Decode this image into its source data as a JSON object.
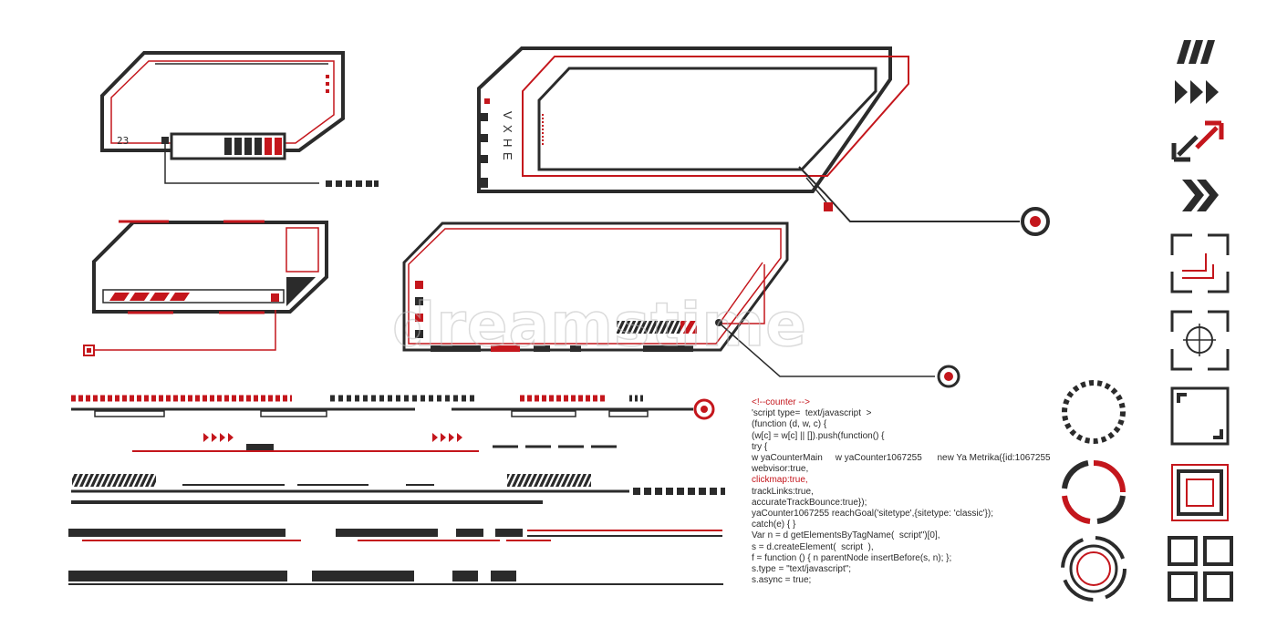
{
  "colors": {
    "dark": "#2b2b2b",
    "red": "#c4161c",
    "white": "#ffffff"
  },
  "panel_a": {
    "label": "23"
  },
  "panel_b": {
    "glyphs": [
      "V",
      "X",
      "H",
      "E"
    ]
  },
  "watermark": {
    "text": "dreamstime"
  },
  "code": {
    "lines": [
      {
        "text": "<!--counter -->",
        "red": true
      },
      {
        "text": "'script type=  text/javascript  >",
        "red": false
      },
      {
        "text": "(function (d, w, c) {",
        "red": false
      },
      {
        "text": "(w[c] = w[c] || []).push(function() {",
        "red": false
      },
      {
        "text": "try {",
        "red": false
      },
      {
        "text": "w yaCounterMain     w yaCounter1067255      new Ya Metrika({id:1067255",
        "red": false
      },
      {
        "text": "webvisor:true,",
        "red": false
      },
      {
        "text": "clickmap:true,",
        "red": true
      },
      {
        "text": "trackLinks:true,",
        "red": false
      },
      {
        "text": "accurateTrackBounce:true});",
        "red": false
      },
      {
        "text": "yaCounter1067255 reachGoal('sitetype',{sitetype: 'classic'});",
        "red": false
      },
      {
        "text": "catch(e) { }",
        "red": false
      },
      {
        "text": "Var n = d getElementsByTagName(  script\")[0],",
        "red": false
      },
      {
        "text": "s = d.createElement(  script  ),",
        "red": false
      },
      {
        "text": "f = function () { n parentNode insertBefore(s, n); };",
        "red": false
      },
      {
        "text": "s.type = \"text/javascript\";",
        "red": false
      },
      {
        "text": "s.async = true;",
        "red": false
      }
    ]
  },
  "icons": [
    "triple-slash-icon",
    "triple-triangle-icon",
    "diagonal-arrows-icon",
    "double-chevron-icon",
    "corner-frame-icon",
    "crosshair-icon",
    "corner-bracket-icon",
    "nested-square-icon",
    "four-squares-icon",
    "dotted-ring-icon",
    "segmented-ring-icon",
    "target-ring-icon"
  ]
}
